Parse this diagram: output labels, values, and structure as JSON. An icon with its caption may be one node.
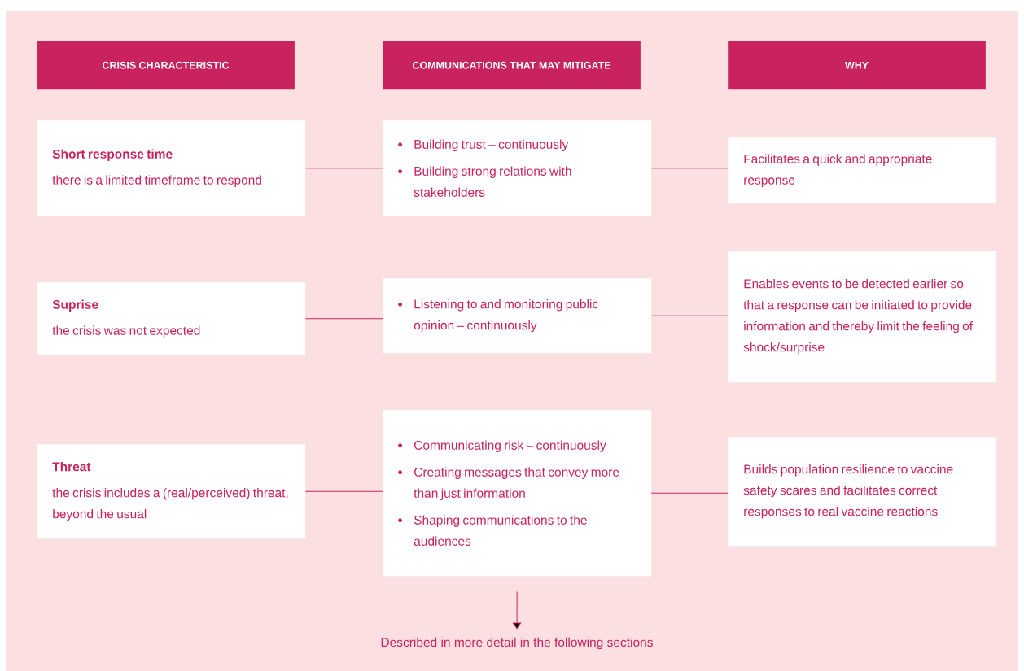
{
  "diagram": {
    "nodes": [
      {
        "text": [
          "CRISIS CHARACTERISTIC"
        ]
      },
      {
        "text": [
          "COMMUNICATIONS THAT MAY MITIGATE"
        ]
      },
      {
        "text": [
          "WHY"
        ]
      },
      {
        "text": [
          "Short response time",
          "there is a limited timeframe to respond"
        ]
      },
      {
        "text": [
          "Building trust – continuously",
          "Building strong relations with stakeholders"
        ]
      },
      {
        "text": [
          "Facilitates a quick and appropriate response"
        ]
      },
      {
        "text": [
          "Suprise",
          "the crisis was not expected"
        ]
      },
      {
        "text": [
          "Listening to and monitoring public opinion – continuously"
        ]
      },
      {
        "text": [
          "Enables events to be detected earlier so that a response can be initiated to provide information and thereby limit the feeling of shock/surprise"
        ]
      },
      {
        "text": [
          "Threat",
          "the crisis includes a (real/perceived) threat, beyond the usual"
        ]
      },
      {
        "text": [
          "Communicating risk – continuously",
          "Creating messages that convey more than just information",
          "Shaping communications to the audiences"
        ]
      },
      {
        "text": [
          "Builds population resilience to vaccine safety scares and facilitates correct responses to real vaccine reactions"
        ]
      },
      {
        "text": [
          "Described in more detail in the following sections"
        ]
      }
    ],
    "edges": [
      {
        "from": 3,
        "to": 4,
        "arrow": "none"
      },
      {
        "from": 4,
        "to": 5,
        "arrow": "none"
      },
      {
        "from": 6,
        "to": 7,
        "arrow": "none"
      },
      {
        "from": 7,
        "to": 8,
        "arrow": "none"
      },
      {
        "from": 9,
        "to": 10,
        "arrow": "none"
      },
      {
        "from": 10,
        "to": 11,
        "arrow": "none"
      },
      {
        "from": 10,
        "to": 12,
        "arrow": "to"
      }
    ]
  }
}
